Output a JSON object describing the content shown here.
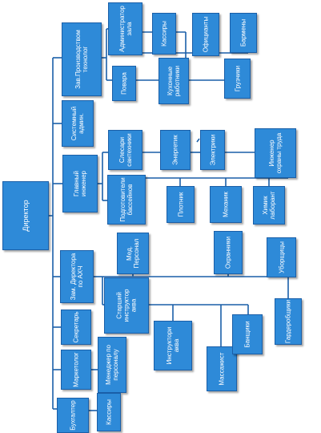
{
  "chart_data": {
    "type": "org-chart",
    "root": "Директор",
    "nodes": {
      "director": "Директор",
      "zav_prod": "Зав.Производством\nтехнолог",
      "administrator": "Администратор\nзала",
      "kassiry_zala": "Кассиры",
      "oficianty": "Официанты",
      "barmeny": "Бармены",
      "povara": "Повара",
      "kuhonnye": "Кухонные\nработники",
      "gruzchiki": "Грузчики",
      "sys_admin": "Системный\nадмин.",
      "glavny_inzhener": "Главный\nинженер",
      "slesari": "Слесари\nсантехники",
      "energetik": "Энергетик",
      "elektriki": "Электрики",
      "inzh_ohrany": "Инженер\nохраны труда",
      "podgotoviteli": "Подготовители\nбассейнов",
      "plotnik": "Плотник",
      "mehanik": "Механик",
      "himik": "Химик\nлаборант",
      "zam_ahch": "Зам. Директора\nпо АХЧ",
      "med_personal": "Мед.\nПерсонал",
      "ohranniki": "Охранники",
      "uborshchicy": "Уборщицы",
      "st_instruktor": "Старший\nинструктор\nаква",
      "instruktory": "Инструктори\nаква",
      "massazhist": "Массажист",
      "banshchiki": "Банщики",
      "garderobshchiki": "Гардеробщики",
      "sekretar": "Секретарь",
      "marketolog": "Маркетолог",
      "menedzher": "Менеджер по\nперсоналу",
      "buhgalter": "Бухгалтер",
      "kassiry": "Кассиры"
    },
    "edges": [
      [
        "director",
        "zav_prod"
      ],
      [
        "director",
        "sys_admin"
      ],
      [
        "director",
        "glavny_inzhener"
      ],
      [
        "director",
        "zam_ahch"
      ],
      [
        "director",
        "sekretar"
      ],
      [
        "director",
        "marketolog"
      ],
      [
        "director",
        "buhgalter"
      ],
      [
        "zav_prod",
        "administrator"
      ],
      [
        "zav_prod",
        "povara"
      ],
      [
        "zav_prod",
        "kuhonnye"
      ],
      [
        "zav_prod",
        "gruzchiki"
      ],
      [
        "administrator",
        "kassiry_zala"
      ],
      [
        "administrator",
        "oficianty"
      ],
      [
        "administrator",
        "barmeny"
      ],
      [
        "glavny_inzhener",
        "slesari"
      ],
      [
        "glavny_inzhener",
        "energetik"
      ],
      [
        "glavny_inzhener",
        "inzh_ohrany"
      ],
      [
        "glavny_inzhener",
        "podgotoviteli"
      ],
      [
        "glavny_inzhener",
        "plotnik"
      ],
      [
        "glavny_inzhener",
        "mehanik"
      ],
      [
        "glavny_inzhener",
        "himik"
      ],
      [
        "energetik",
        "elektriki"
      ],
      [
        "zam_ahch",
        "med_personal"
      ],
      [
        "zam_ahch",
        "ohranniki"
      ],
      [
        "zam_ahch",
        "uborshchicy"
      ],
      [
        "zam_ahch",
        "st_instruktor"
      ],
      [
        "zam_ahch",
        "garderobshchiki"
      ],
      [
        "st_instruktor",
        "instruktory"
      ],
      [
        "st_instruktor",
        "massazhist"
      ],
      [
        "st_instruktor",
        "banshchiki"
      ],
      [
        "marketolog",
        "menedzher"
      ],
      [
        "buhgalter",
        "kassiry"
      ]
    ]
  },
  "colors": {
    "box_fill": "#2e8ad8",
    "box_border": "#1a5fa8",
    "line": "#1a5fa8",
    "text": "#ffffff"
  }
}
